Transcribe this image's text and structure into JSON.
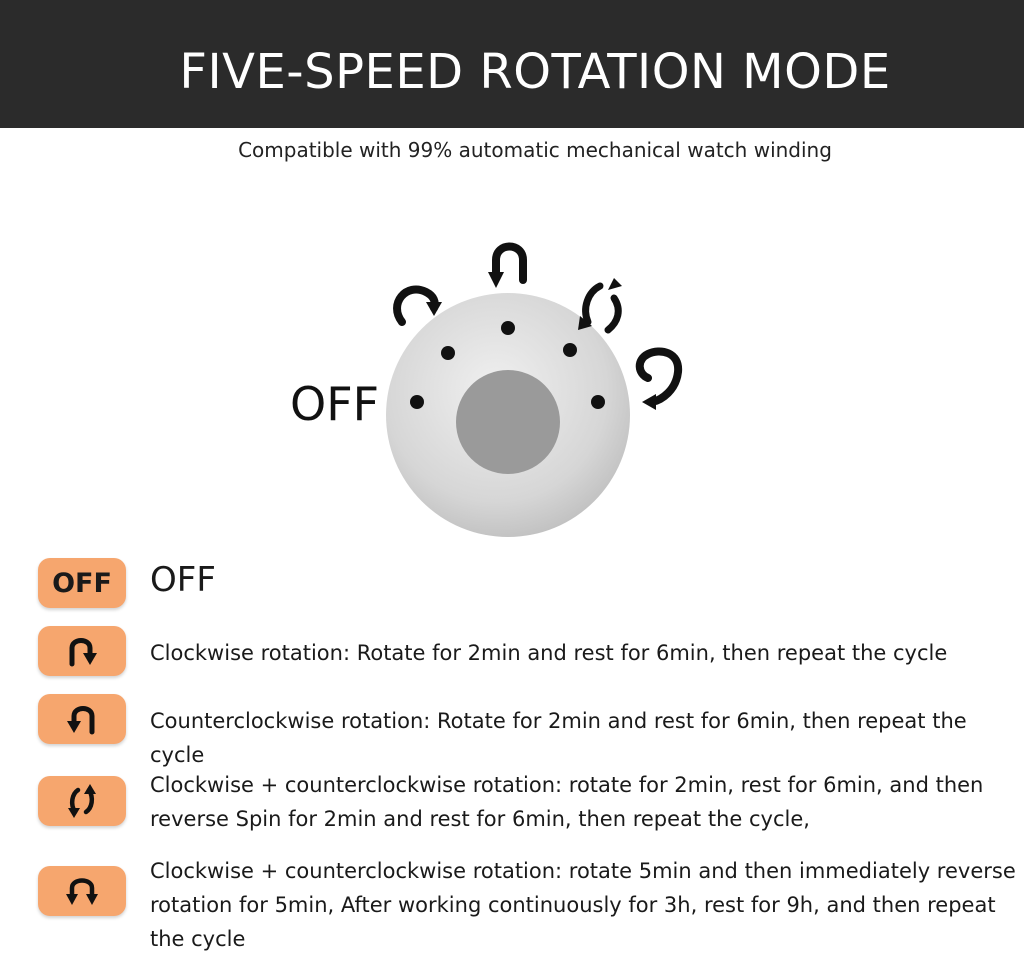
{
  "header": {
    "title": "FIVE-SPEED ROTATION MODE",
    "subtitle": "Compatible with 99% automatic mechanical watch winding"
  },
  "dial": {
    "off_label": "OFF",
    "knob_color": "#d6d6d6",
    "center_color": "#9a9a9a",
    "positions": [
      "off",
      "clockwise",
      "counterclockwise",
      "alternating",
      "continuous-reverse"
    ],
    "arrow_icons": [
      "clockwise-arrow-icon",
      "counterclockwise-arrow-icon",
      "alternating-arrow-icon",
      "continuous-reverse-arrow-icon"
    ]
  },
  "modes": [
    {
      "badge": "OFF",
      "icon": "off-text-badge",
      "description": "OFF"
    },
    {
      "badge": "",
      "icon": "clockwise-icon",
      "description": "Clockwise rotation: Rotate for 2min and rest for 6min, then repeat the cycle"
    },
    {
      "badge": "",
      "icon": "counterclockwise-icon",
      "description": "Counterclockwise rotation: Rotate for 2min and rest for 6min, then repeat the cycle"
    },
    {
      "badge": "",
      "icon": "alternating-rotation-icon",
      "description": "Clockwise + counterclockwise rotation: rotate for 2min, rest for 6min, and then reverse Spin for 2min and rest for 6min, then repeat the cycle,"
    },
    {
      "badge": "",
      "icon": "bidirectional-rotation-icon",
      "description": "Clockwise + counterclockwise rotation: rotate 5min and then immediately reverse rotation for 5min, After working continuously for 3h, rest for 9h, and then repeat the cycle"
    }
  ],
  "colors": {
    "header_bg": "#2b2b2b",
    "badge_bg": "#f6a66e",
    "text": "#1a1a1a"
  }
}
